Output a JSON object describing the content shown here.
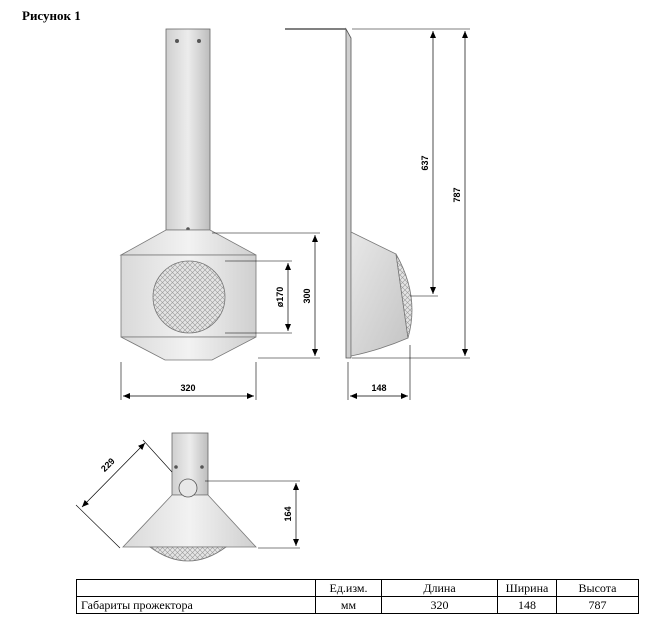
{
  "figure": {
    "title": "Рисунок 1"
  },
  "dimensions": {
    "front_width": "320",
    "lens_diameter": "ø170",
    "head_height": "300",
    "side_depth": "148",
    "mount_to_lamp": "637",
    "total_height": "787",
    "diagonal": "229",
    "bottom_height": "164"
  },
  "table": {
    "headers": [
      "",
      "Ед.изм.",
      "Длина",
      "Ширина",
      "Высота"
    ],
    "row": [
      "Габариты прожектора",
      "мм",
      "320",
      "148",
      "787"
    ]
  }
}
